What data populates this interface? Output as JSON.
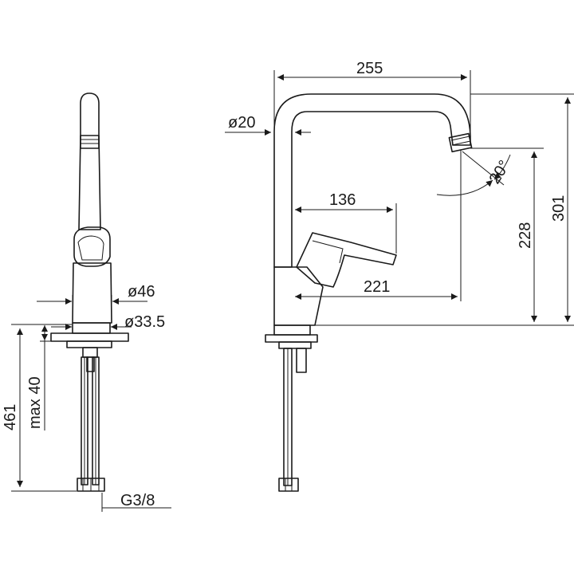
{
  "dimensions": {
    "d46": "ø46",
    "d33_5": "ø33.5",
    "d461": "461",
    "max40": "max 40",
    "g38": "G3/8",
    "d20": "ø20",
    "d255": "255",
    "d136": "136",
    "d221": "221",
    "d228": "228",
    "d301": "301",
    "angle20": "20°"
  },
  "colors": {
    "line": "#1a1a1a",
    "background": "#ffffff"
  }
}
